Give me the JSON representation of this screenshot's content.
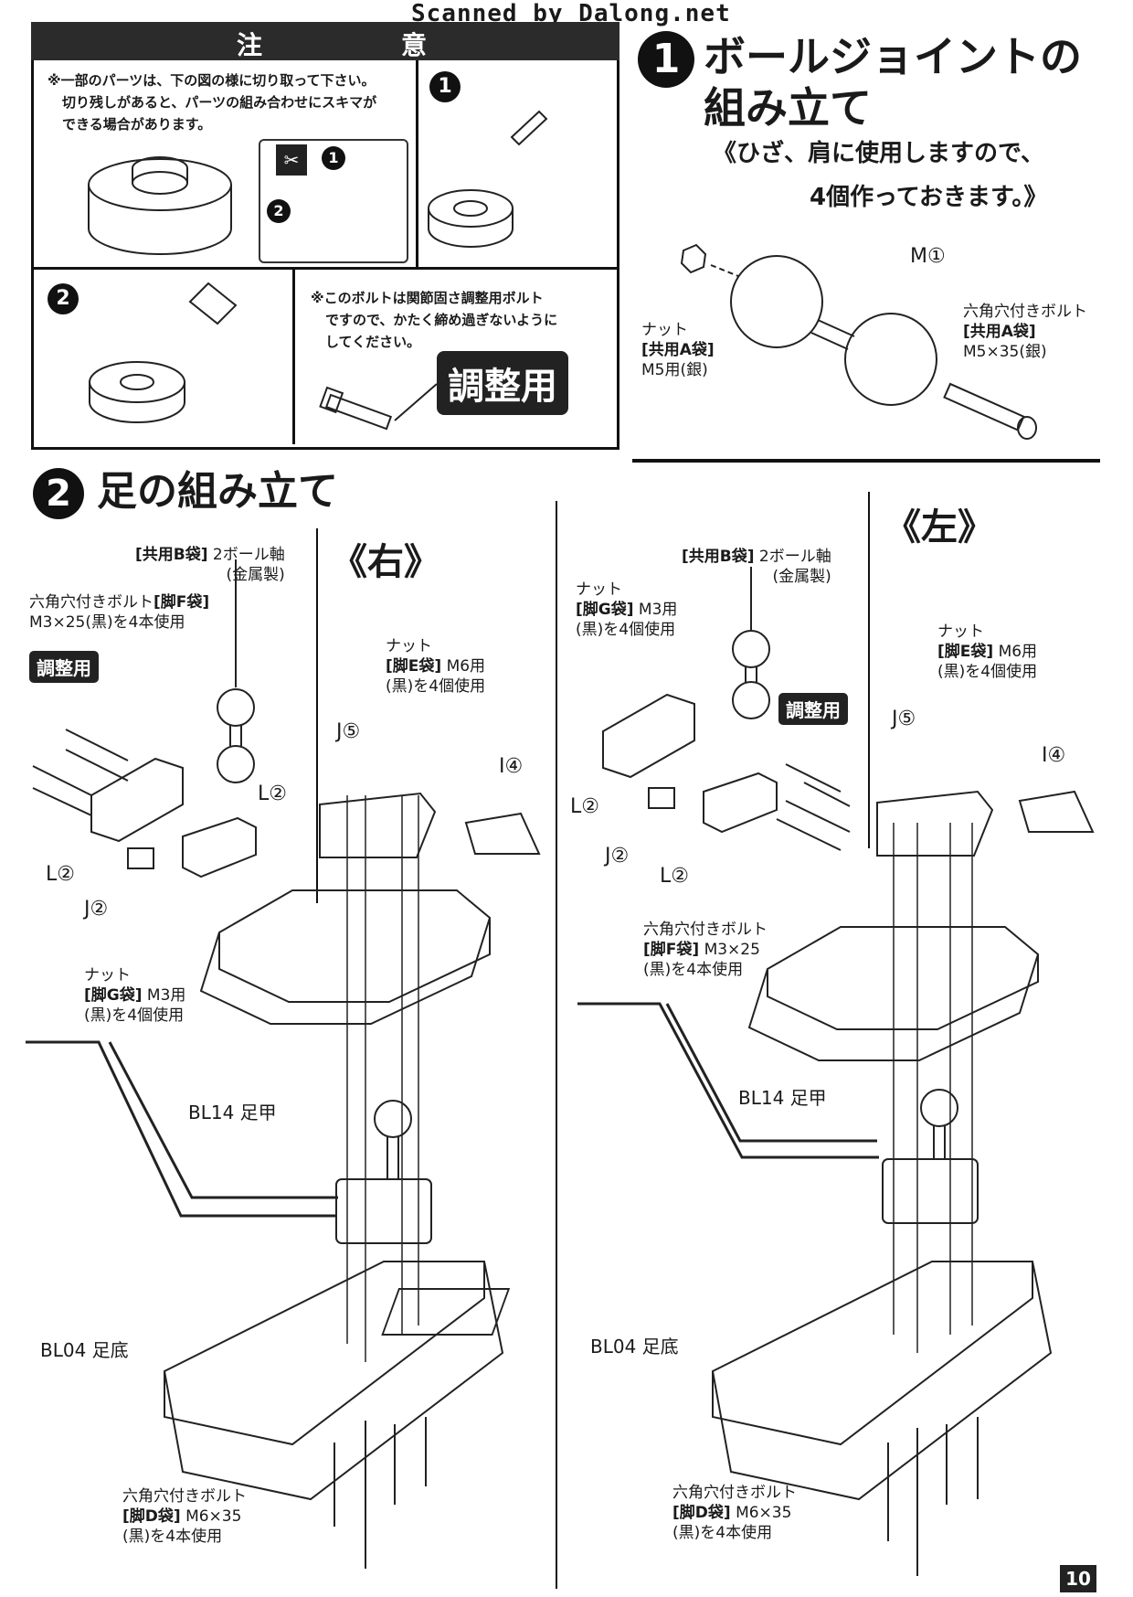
{
  "watermark": "Scanned by Dalong.net",
  "caution": {
    "title_a": "注",
    "title_b": "意",
    "note_line1": "※一部のパーツは、下の図の様に切り取って下さい。",
    "note_line2": "切り残しがあると、パーツの組み合わせにスキマが",
    "note_line3": "できる場合があります。",
    "step1": "1",
    "step2": "2",
    "sub1": "1",
    "sub2": "2",
    "bolt_note_line1": "※このボルトは関節固さ調整用ボルト",
    "bolt_note_line2": "ですので、かたく締め過ぎないように",
    "bolt_note_line3": "してください。",
    "adjust_tag": "調整用"
  },
  "section1": {
    "number": "1",
    "title_line1": "ボールジョイントの",
    "title_line2": "組み立て",
    "subtitle_line1": "《ひざ、肩に使用しますので、",
    "subtitle_line2": "4個作っておきます。》",
    "part_m": "M①",
    "nut_label": "ナット",
    "nut_bag": "[共用A袋]",
    "nut_spec": "M5用(銀)",
    "bolt_label": "六角穴付きボルト",
    "bolt_bag": "[共用A袋]",
    "bolt_spec": "M5×35(銀)"
  },
  "section2": {
    "number": "2",
    "title": "足の組み立て",
    "right": {
      "side": "《右》",
      "ball_shaft_bag": "[共用B袋]",
      "ball_shaft": "2ボール軸",
      "ball_shaft_material": "(金属製)",
      "bolt_label": "六角穴付きボルト",
      "bolt_bag": "[脚F袋]",
      "bolt_spec": "M3×25(黒)を4本使用",
      "adjust_tag": "調整用",
      "nut_top_label": "ナット",
      "nut_top_bag": "[脚E袋]",
      "nut_top_spec": "M6用",
      "nut_top_use": "(黒)を4個使用",
      "part_j5": "J⑤",
      "part_i4": "I④",
      "part_l2_a": "L②",
      "part_l2_b": "L②",
      "part_j2": "J②",
      "nut_bottom_label": "ナット",
      "nut_bottom_bag": "[脚G袋]",
      "nut_bottom_spec": "M3用",
      "nut_bottom_use": "(黒)を4個使用",
      "foot_top": "BL14 足甲",
      "foot_sole": "BL04 足底",
      "sole_bolt_label": "六角穴付きボルト",
      "sole_bolt_bag": "[脚D袋]",
      "sole_bolt_spec": "M6×35",
      "sole_bolt_use": "(黒)を4本使用"
    },
    "left": {
      "side": "《左》",
      "ball_shaft_bag": "[共用B袋]",
      "ball_shaft": "2ボール軸",
      "ball_shaft_material": "(金属製)",
      "nut_label": "ナット",
      "nut_bag": "[脚G袋]",
      "nut_spec": "M3用",
      "nut_use": "(黒)を4個使用",
      "nut_top_label": "ナット",
      "nut_top_bag": "[脚E袋]",
      "nut_top_spec": "M6用",
      "nut_top_use": "(黒)を4個使用",
      "adjust_tag": "調整用",
      "part_j5": "J⑤",
      "part_i4": "I④",
      "part_l2_a": "L②",
      "part_l2_b": "L②",
      "part_j2": "J②",
      "bolt_label": "六角穴付きボルト",
      "bolt_bag": "[脚F袋]",
      "bolt_spec": "M3×25",
      "bolt_use": "(黒)を4本使用",
      "foot_top": "BL14 足甲",
      "foot_sole": "BL04 足底",
      "sole_bolt_label": "六角穴付きボルト",
      "sole_bolt_bag": "[脚D袋]",
      "sole_bolt_spec": "M6×35",
      "sole_bolt_use": "(黒)を4本使用"
    }
  },
  "page_number": "10"
}
